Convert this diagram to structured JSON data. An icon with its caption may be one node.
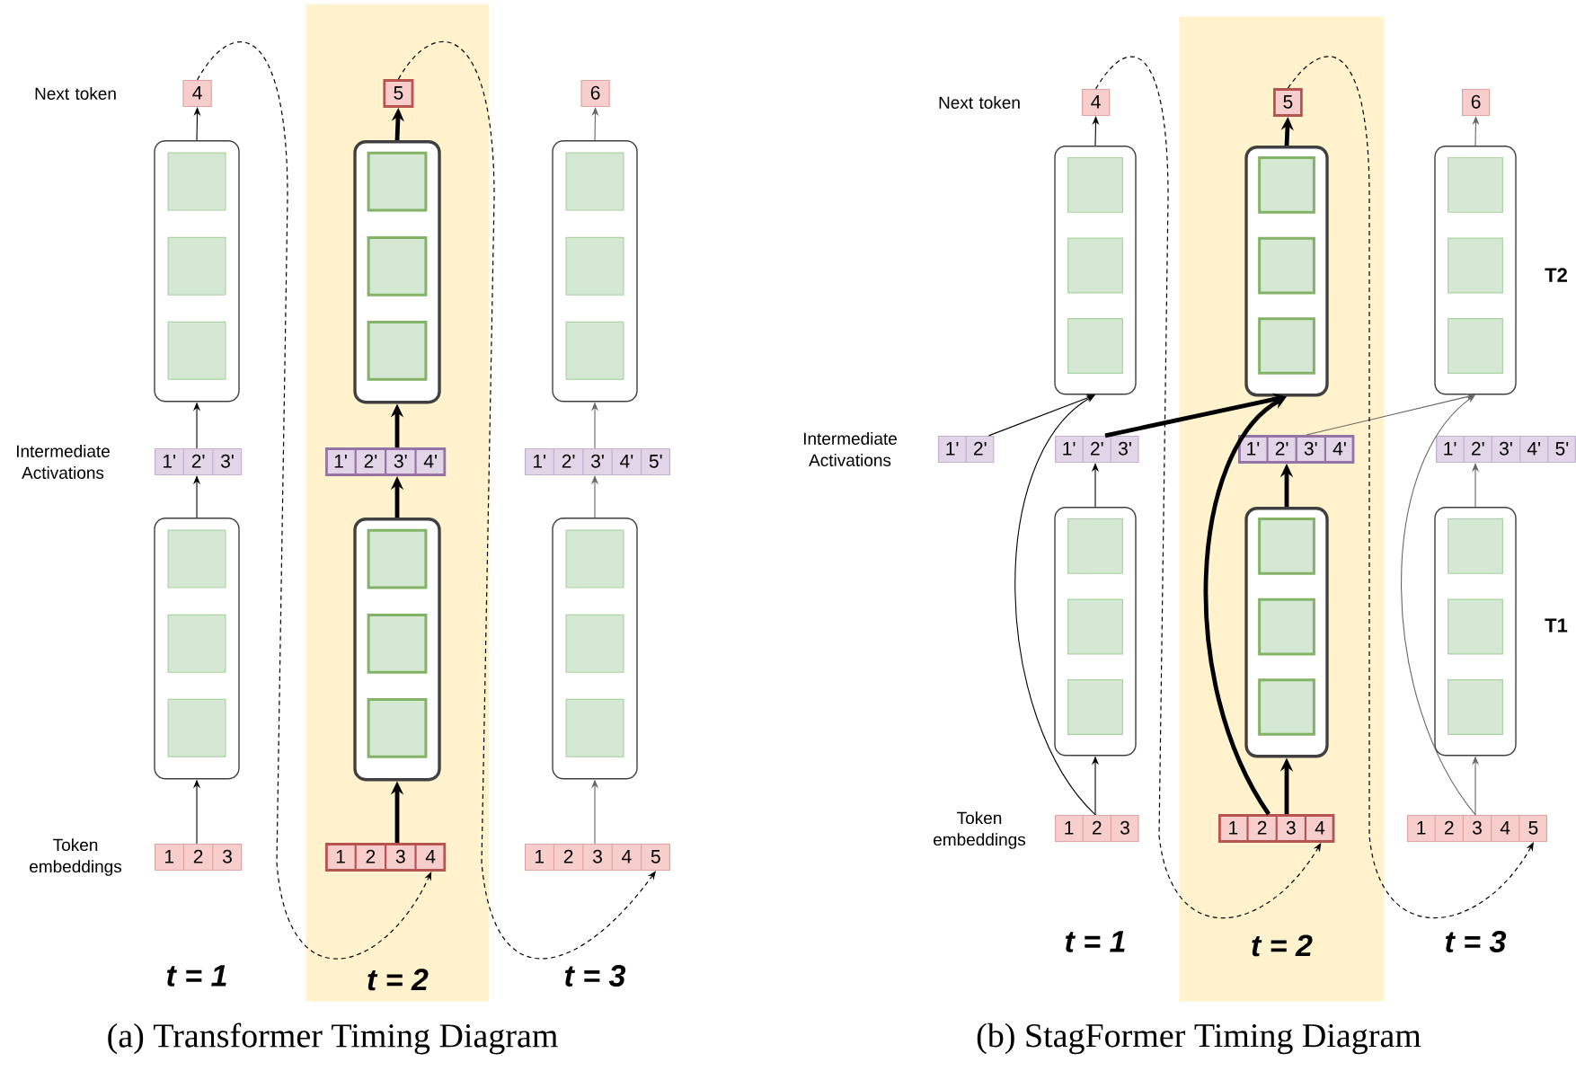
{
  "diagram": {
    "nodes": [
      {
        "text": [
          "t = 2"
        ]
      },
      {
        "text": [
          "4"
        ]
      },
      {
        "text": [],
        "shape": "box"
      },
      {
        "text": [
          "1'",
          "2'",
          "3'"
        ]
      },
      {
        "text": [],
        "shape": "box"
      },
      {
        "text": [
          "1",
          "2",
          "3"
        ]
      },
      {
        "text": [
          "5"
        ],
        "in": 0
      },
      {
        "text": [],
        "shape": "box",
        "in": 0
      },
      {
        "text": [
          "1'",
          "2'",
          "3'",
          "4'"
        ],
        "in": 0
      },
      {
        "text": [],
        "shape": "box",
        "in": 0
      },
      {
        "text": [
          "1",
          "2",
          "3",
          "4"
        ],
        "in": 0
      },
      {
        "text": [
          "6"
        ]
      },
      {
        "text": [],
        "shape": "box"
      },
      {
        "text": [
          "1'",
          "2'",
          "3'",
          "4'",
          "5'"
        ]
      },
      {
        "text": [],
        "shape": "box"
      },
      {
        "text": [
          "1",
          "2",
          "3",
          "4",
          "5"
        ]
      },
      {
        "text": [
          "t = 2"
        ]
      },
      {
        "text": [
          "1'",
          "2'"
        ]
      },
      {
        "text": [
          "4"
        ]
      },
      {
        "text": [],
        "shape": "box"
      },
      {
        "text": [
          "1'",
          "2'",
          "3'"
        ]
      },
      {
        "text": [],
        "shape": "box"
      },
      {
        "text": [
          "1",
          "2",
          "3"
        ]
      },
      {
        "text": [
          "5"
        ],
        "in": 16
      },
      {
        "text": [],
        "shape": "box",
        "in": 16
      },
      {
        "text": [
          "1'",
          "2'",
          "3'",
          "4'"
        ],
        "in": 16
      },
      {
        "text": [],
        "shape": "box",
        "in": 16
      },
      {
        "text": [
          "1",
          "2",
          "3",
          "4"
        ],
        "in": 16
      },
      {
        "text": [
          "6"
        ]
      },
      {
        "text": [],
        "shape": "box"
      },
      {
        "text": [
          "1'",
          "2'",
          "3'",
          "4'",
          "5'"
        ]
      },
      {
        "text": [],
        "shape": "box"
      },
      {
        "text": [
          "1",
          "2",
          "3",
          "4",
          "5"
        ]
      }
    ],
    "edges": [
      {
        "from": 5,
        "to": 4,
        "arrow": "to"
      },
      {
        "from": 4,
        "to": 3,
        "arrow": "to"
      },
      {
        "from": 3,
        "to": 2,
        "arrow": "to"
      },
      {
        "from": 2,
        "to": 1,
        "arrow": "to"
      },
      {
        "from": 10,
        "to": 9,
        "arrow": "to",
        "style": "thick"
      },
      {
        "from": 9,
        "to": 8,
        "arrow": "to",
        "style": "thick"
      },
      {
        "from": 8,
        "to": 7,
        "arrow": "to",
        "style": "thick"
      },
      {
        "from": 7,
        "to": 6,
        "arrow": "to",
        "style": "thick"
      },
      {
        "from": 15,
        "to": 14,
        "arrow": "to",
        "color": "#666666"
      },
      {
        "from": 14,
        "to": 13,
        "arrow": "to",
        "color": "#666666"
      },
      {
        "from": 13,
        "to": 12,
        "arrow": "to",
        "color": "#666666"
      },
      {
        "from": 12,
        "to": 11,
        "arrow": "to",
        "color": "#666666"
      },
      {
        "from": 1,
        "to": 10,
        "arrow": "to",
        "style": "dashed"
      },
      {
        "from": 6,
        "to": 15,
        "arrow": "to",
        "style": "dashed"
      },
      {
        "from": 22,
        "to": 21,
        "arrow": "to"
      },
      {
        "from": 21,
        "to": 20,
        "arrow": "to"
      },
      {
        "from": 17,
        "to": 19,
        "arrow": "to"
      },
      {
        "from": 22,
        "to": 19,
        "arrow": "to"
      },
      {
        "from": 19,
        "to": 18,
        "arrow": "to"
      },
      {
        "from": 27,
        "to": 26,
        "arrow": "to",
        "style": "thick"
      },
      {
        "from": 26,
        "to": 25,
        "arrow": "to",
        "style": "thick"
      },
      {
        "from": 20,
        "to": 24,
        "arrow": "to",
        "style": "thick"
      },
      {
        "from": 27,
        "to": 24,
        "arrow": "to",
        "style": "thick"
      },
      {
        "from": 24,
        "to": 23,
        "arrow": "to",
        "style": "thick"
      },
      {
        "from": 32,
        "to": 31,
        "arrow": "to",
        "color": "#666666"
      },
      {
        "from": 31,
        "to": 30,
        "arrow": "to",
        "color": "#666666"
      },
      {
        "from": 25,
        "to": 29,
        "arrow": "to",
        "color": "#666666"
      },
      {
        "from": 32,
        "to": 29,
        "arrow": "to",
        "color": "#666666"
      },
      {
        "from": 29,
        "to": 28,
        "arrow": "to",
        "color": "#666666"
      },
      {
        "from": 18,
        "to": 27,
        "arrow": "to",
        "style": "dashed"
      },
      {
        "from": 23,
        "to": 32,
        "arrow": "to",
        "style": "dashed"
      }
    ],
    "labels": [
      "Next token",
      "Intermediate Activations",
      "Token embeddings",
      "t = 1",
      "t = 3",
      "(a) Transformer Timing Diagram",
      "Next token",
      "Intermediate Activations",
      "T2",
      "T1",
      "Token embeddings",
      "t = 1",
      "t = 3",
      "(b) StagFormer Timing Diagram"
    ]
  }
}
